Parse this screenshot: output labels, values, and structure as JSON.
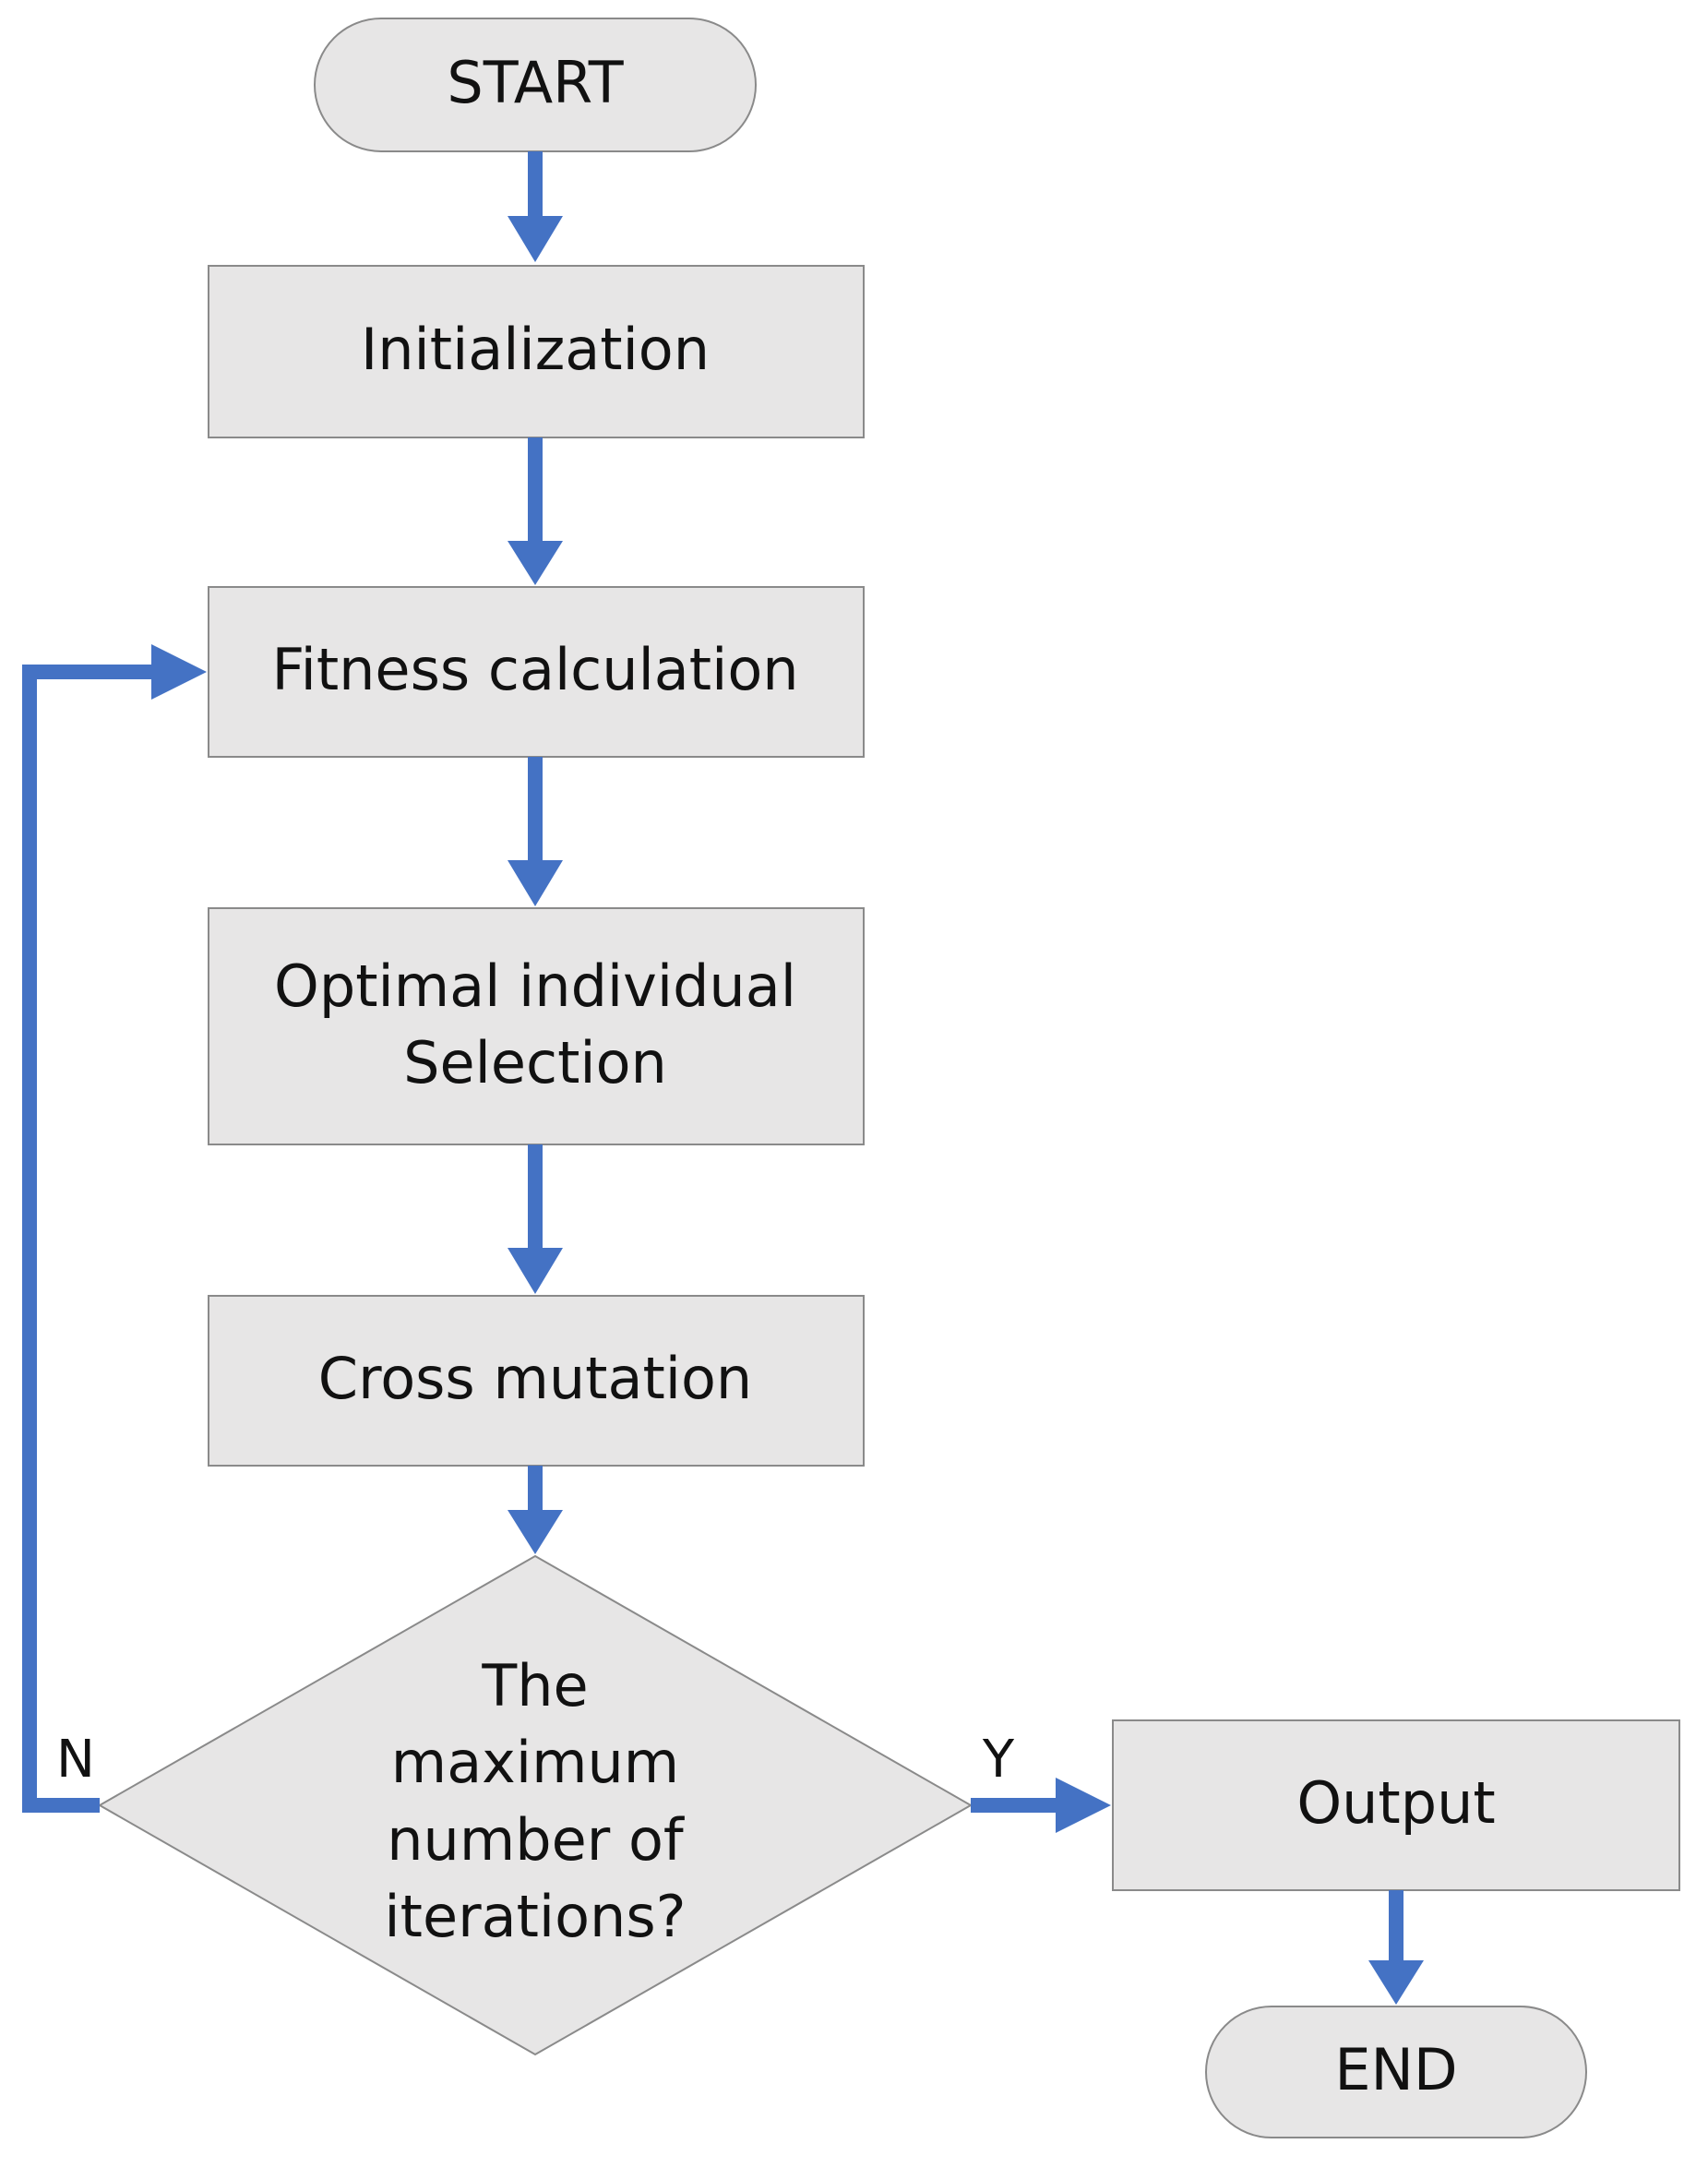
{
  "flowchart": {
    "start": "START",
    "steps": {
      "initialization": "Initialization",
      "fitness": "Fitness calculation",
      "selection": [
        "Optimal individual",
        "Selection"
      ],
      "cross_mutation": "Cross mutation"
    },
    "decision": [
      "The",
      "maximum",
      "number of",
      "iterations?"
    ],
    "branch_no": "N",
    "branch_yes": "Y",
    "output": "Output",
    "end": "END",
    "colors": {
      "arrow": "#4472c4",
      "shape_fill": "#e7e6e6",
      "shape_border": "#8a8a8a"
    }
  }
}
